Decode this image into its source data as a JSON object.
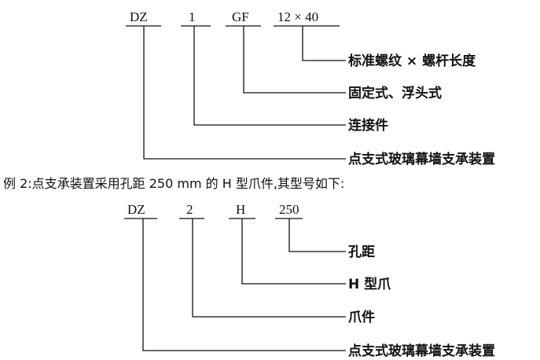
{
  "example1": {
    "codes": [
      "DZ",
      "1",
      "GF",
      "12 × 40"
    ],
    "labels": [
      "标准螺纹 × 螺杆长度",
      "固定式、浮头式",
      "连接件",
      "点支式玻璃幕墙支承装置"
    ]
  },
  "intro": "例 2:点支承装置采用孔距 250 mm 的 H 型爪件,其型号如下:",
  "example2": {
    "codes": [
      "DZ",
      "2",
      "H",
      "250"
    ],
    "labels": [
      "孔距",
      "H 型爪",
      "爪件",
      "点支式玻璃幕墙支承装置"
    ]
  }
}
